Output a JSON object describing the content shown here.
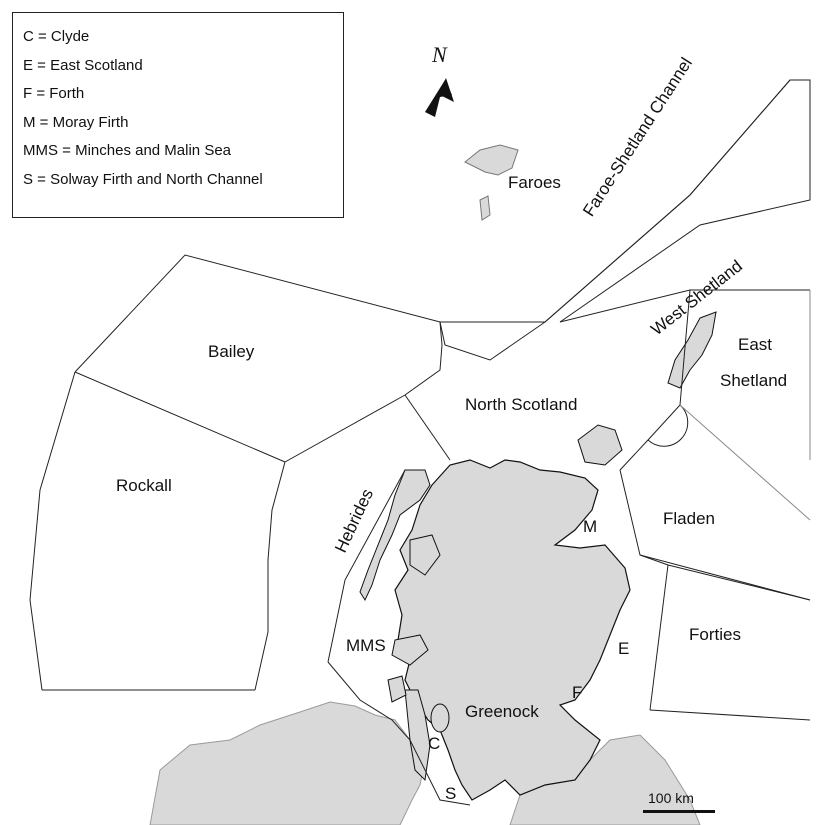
{
  "legend": {
    "items": [
      "C = Clyde",
      "E = East Scotland",
      "F = Forth",
      "M = Moray Firth",
      "MMS = Minches and Malin Sea",
      "S = Solway Firth and North Channel"
    ]
  },
  "north_arrow": {
    "label": "N"
  },
  "scale_bar": {
    "label": "100 km"
  },
  "regions": {
    "faroes": "Faroes",
    "faroe_shetland_channel": "Faroe-Shetland Channel",
    "west_shetland": "West Shetland",
    "east_shetland_1": "East",
    "east_shetland_2": "Shetland",
    "bailey": "Bailey",
    "north_scotland": "North Scotland",
    "rockall": "Rockall",
    "hebrides": "Hebrides",
    "m": "M",
    "fladen": "Fladen",
    "mms": "MMS",
    "e": "E",
    "forties": "Forties",
    "f": "F",
    "greenock": "Greenock",
    "c": "C",
    "s": "S"
  },
  "colors": {
    "land": "#d9d9d9",
    "boundary": "#222222",
    "secondary_boundary": "#8a8a8a",
    "background": "#ffffff"
  }
}
